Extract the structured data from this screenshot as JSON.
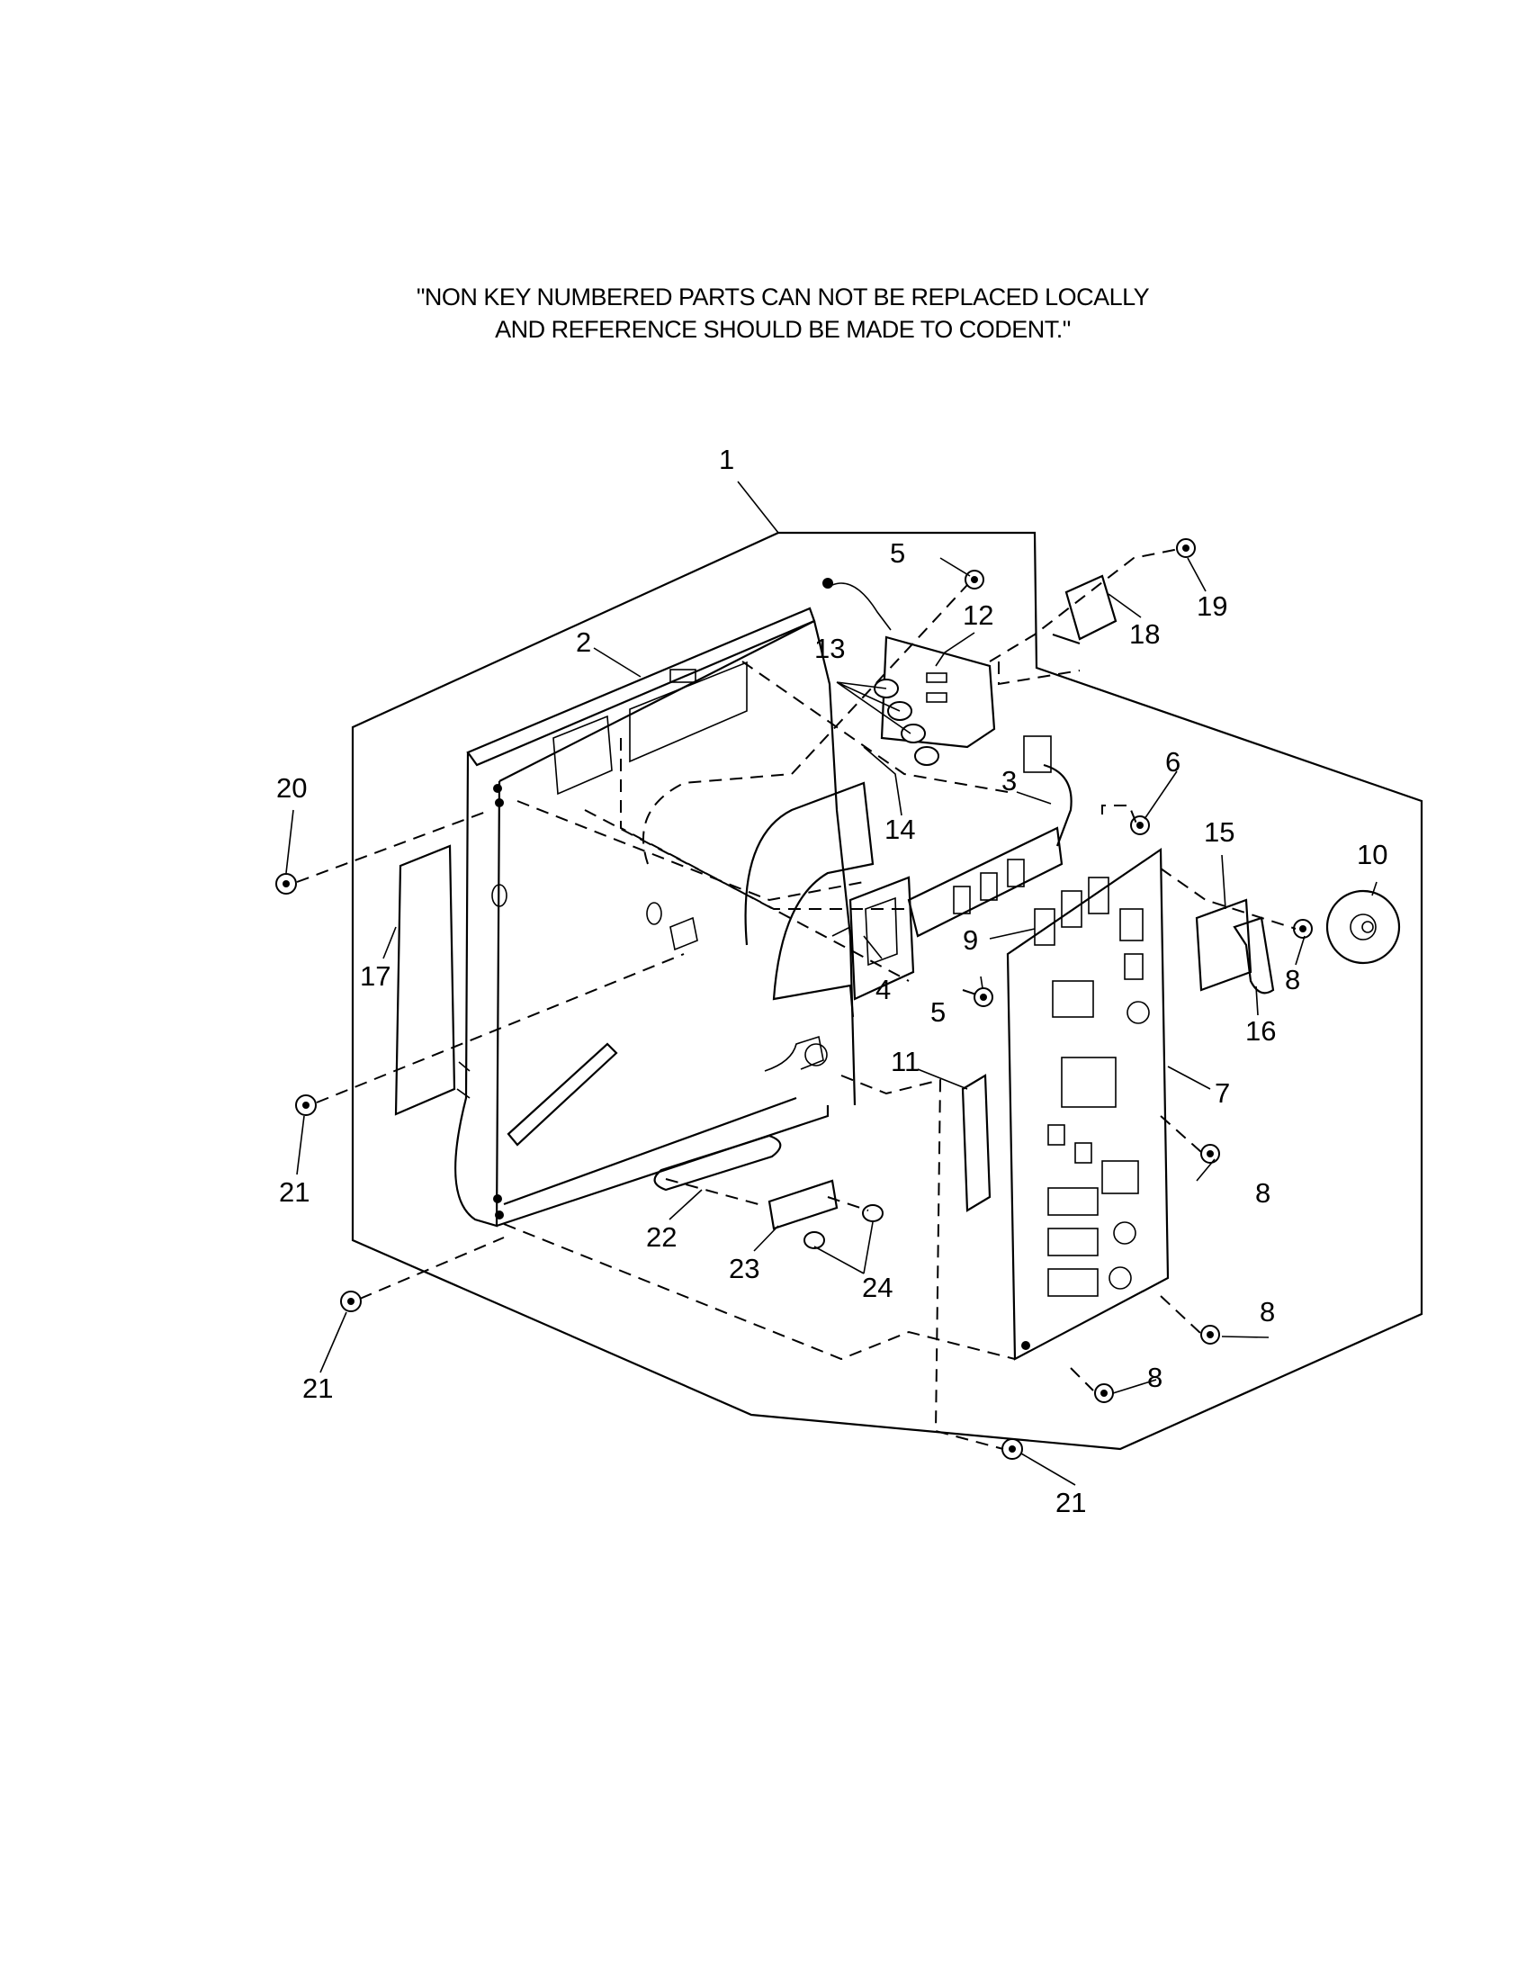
{
  "notice": {
    "line1": "\"NON KEY NUMBERED PARTS CAN NOT BE REPLACED LOCALLY",
    "line2": "AND REFERENCE SHOULD BE MADE TO CODENT.\""
  },
  "callouts": {
    "c1": "1",
    "c2": "2",
    "c3": "3",
    "c4": "4",
    "c5a": "5",
    "c5b": "5",
    "c6": "6",
    "c7": "7",
    "c8a": "8",
    "c8b": "8",
    "c8c": "8",
    "c8d": "8",
    "c9": "9",
    "c10": "10",
    "c11": "11",
    "c12": "12",
    "c13": "13",
    "c14": "14",
    "c15": "15",
    "c16": "16",
    "c17": "17",
    "c18": "18",
    "c19": "19",
    "c20": "20",
    "c21a": "21",
    "c21b": "21",
    "c21c": "21",
    "c22": "22",
    "c23": "23",
    "c24": "24"
  }
}
